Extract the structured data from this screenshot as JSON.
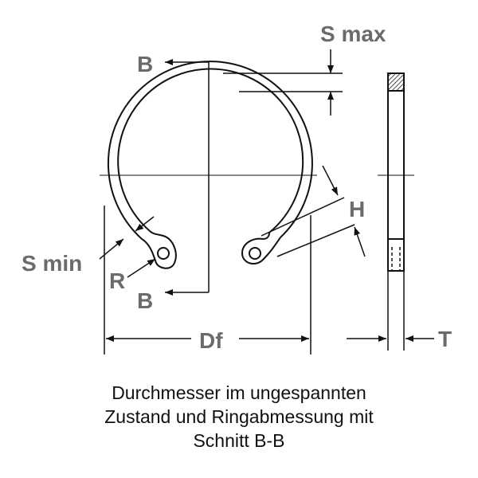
{
  "labels": {
    "s_max": "S max",
    "b_top": "B",
    "h": "H",
    "s_min": "S min",
    "r": "R",
    "b_bottom": "B",
    "df": "Df",
    "t": "T"
  },
  "caption": {
    "line1": "Durchmesser im ungespannten",
    "line2": "Zustand und Ringabmessung mit",
    "line3": "Schnitt B-B"
  },
  "colors": {
    "line": "#111111",
    "label": "#6b6b6b"
  }
}
